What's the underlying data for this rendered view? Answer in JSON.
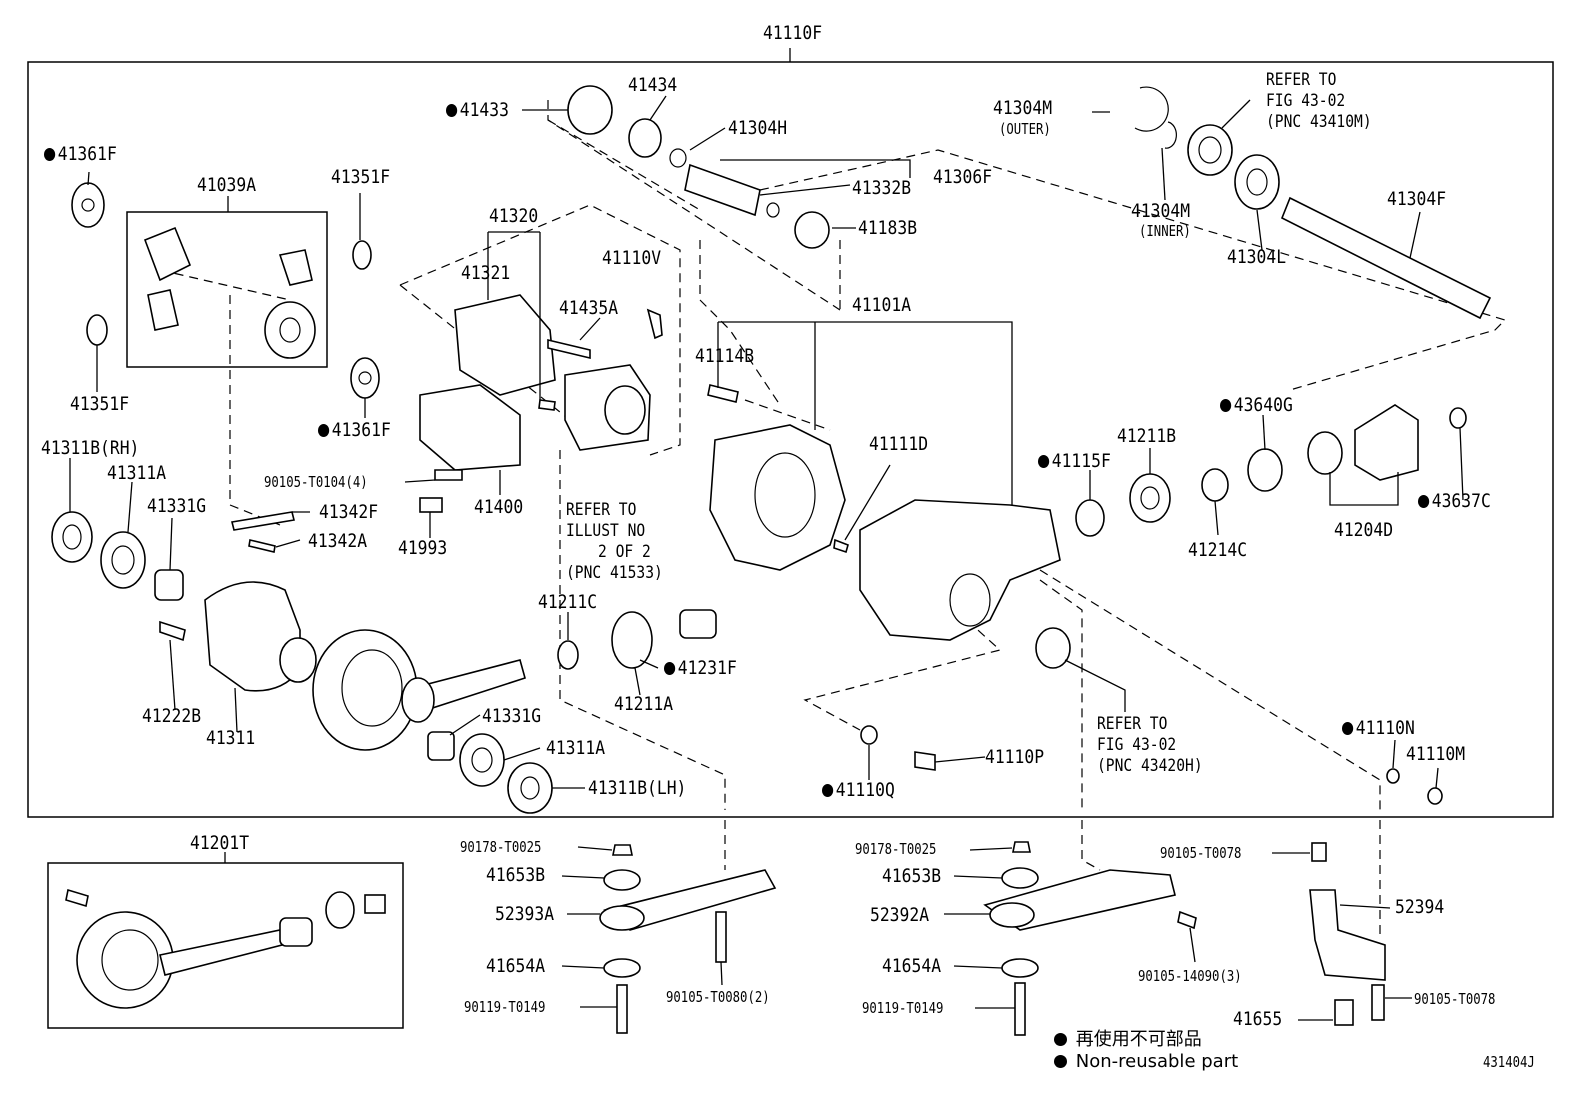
{
  "diagram": {
    "top_label": "41110F",
    "sub_label": "41201T",
    "figure_code": "431404J",
    "legend": {
      "jp": "再使用不可部品",
      "en": "Non-reusable part"
    },
    "labels": {
      "p41361F_a": "41361F",
      "p41039A": "41039A",
      "p41351F_a": "41351F",
      "p41351F_b": "41351F",
      "p41433": "41433",
      "p41434": "41434",
      "p41304H": "41304H",
      "p41332B": "41332B",
      "p41306F": "41306F",
      "p41183B": "41183B",
      "p41304M_outer": "41304M",
      "outer": "(OUTER)",
      "p41304M_inner": "41304M",
      "inner": "(INNER)",
      "ref1_a": "REFER TO",
      "ref1_b": "FIG 43-02",
      "ref1_c": "(PNC 43410M)",
      "p41304F": "41304F",
      "p41304L": "41304L",
      "p41320": "41320",
      "p41321": "41321",
      "p41110V": "41110V",
      "p41435A": "41435A",
      "p41101A": "41101A",
      "p41114B": "41114B",
      "p41361F_b": "41361F",
      "p41311B_rh": "41311B(RH)",
      "p41311A_a": "41311A",
      "p41331G_a": "41331G",
      "p90105_T0104": "90105-T0104(4)",
      "p41342F": "41342F",
      "p41342A": "41342A",
      "p41993": "41993",
      "p41400": "41400",
      "ref2_a": "REFER TO",
      "ref2_b": "ILLUST NO",
      "ref2_c": "2 OF 2",
      "ref2_d": "(PNC 41533)",
      "p41111D": "41111D",
      "p43640G": "43640G",
      "p41211B": "41211B",
      "p41115F": "41115F",
      "p43637C": "43637C",
      "p41214C": "41214C",
      "p41204D": "41204D",
      "p41211C": "41211C",
      "p41231F": "41231F",
      "p41211A": "41211A",
      "p41222B": "41222B",
      "p41311": "41311",
      "p41331G_b": "41331G",
      "p41311A_b": "41311A",
      "p41311B_lh": "41311B(LH)",
      "ref3_a": "REFER TO",
      "ref3_b": "FIG 43-02",
      "ref3_c": "(PNC 43420H)",
      "p41110N": "41110N",
      "p41110M": "41110M",
      "p41110P": "41110P",
      "p41110Q": "41110Q",
      "p90178_a": "90178-T0025",
      "p41653B_a": "41653B",
      "p52393A": "52393A",
      "p41654A_a": "41654A",
      "p90119_a": "90119-T0149",
      "p90105_T0080": "90105-T0080(2)",
      "p90178_b": "90178-T0025",
      "p41653B_b": "41653B",
      "p52392A": "52392A",
      "p41654A_b": "41654A",
      "p90119_b": "90119-T0149",
      "p90105_14090": "90105-14090(3)",
      "p90105_T0078_a": "90105-T0078",
      "p52394": "52394",
      "p41655": "41655",
      "p90105_T0078_b": "90105-T0078"
    }
  }
}
